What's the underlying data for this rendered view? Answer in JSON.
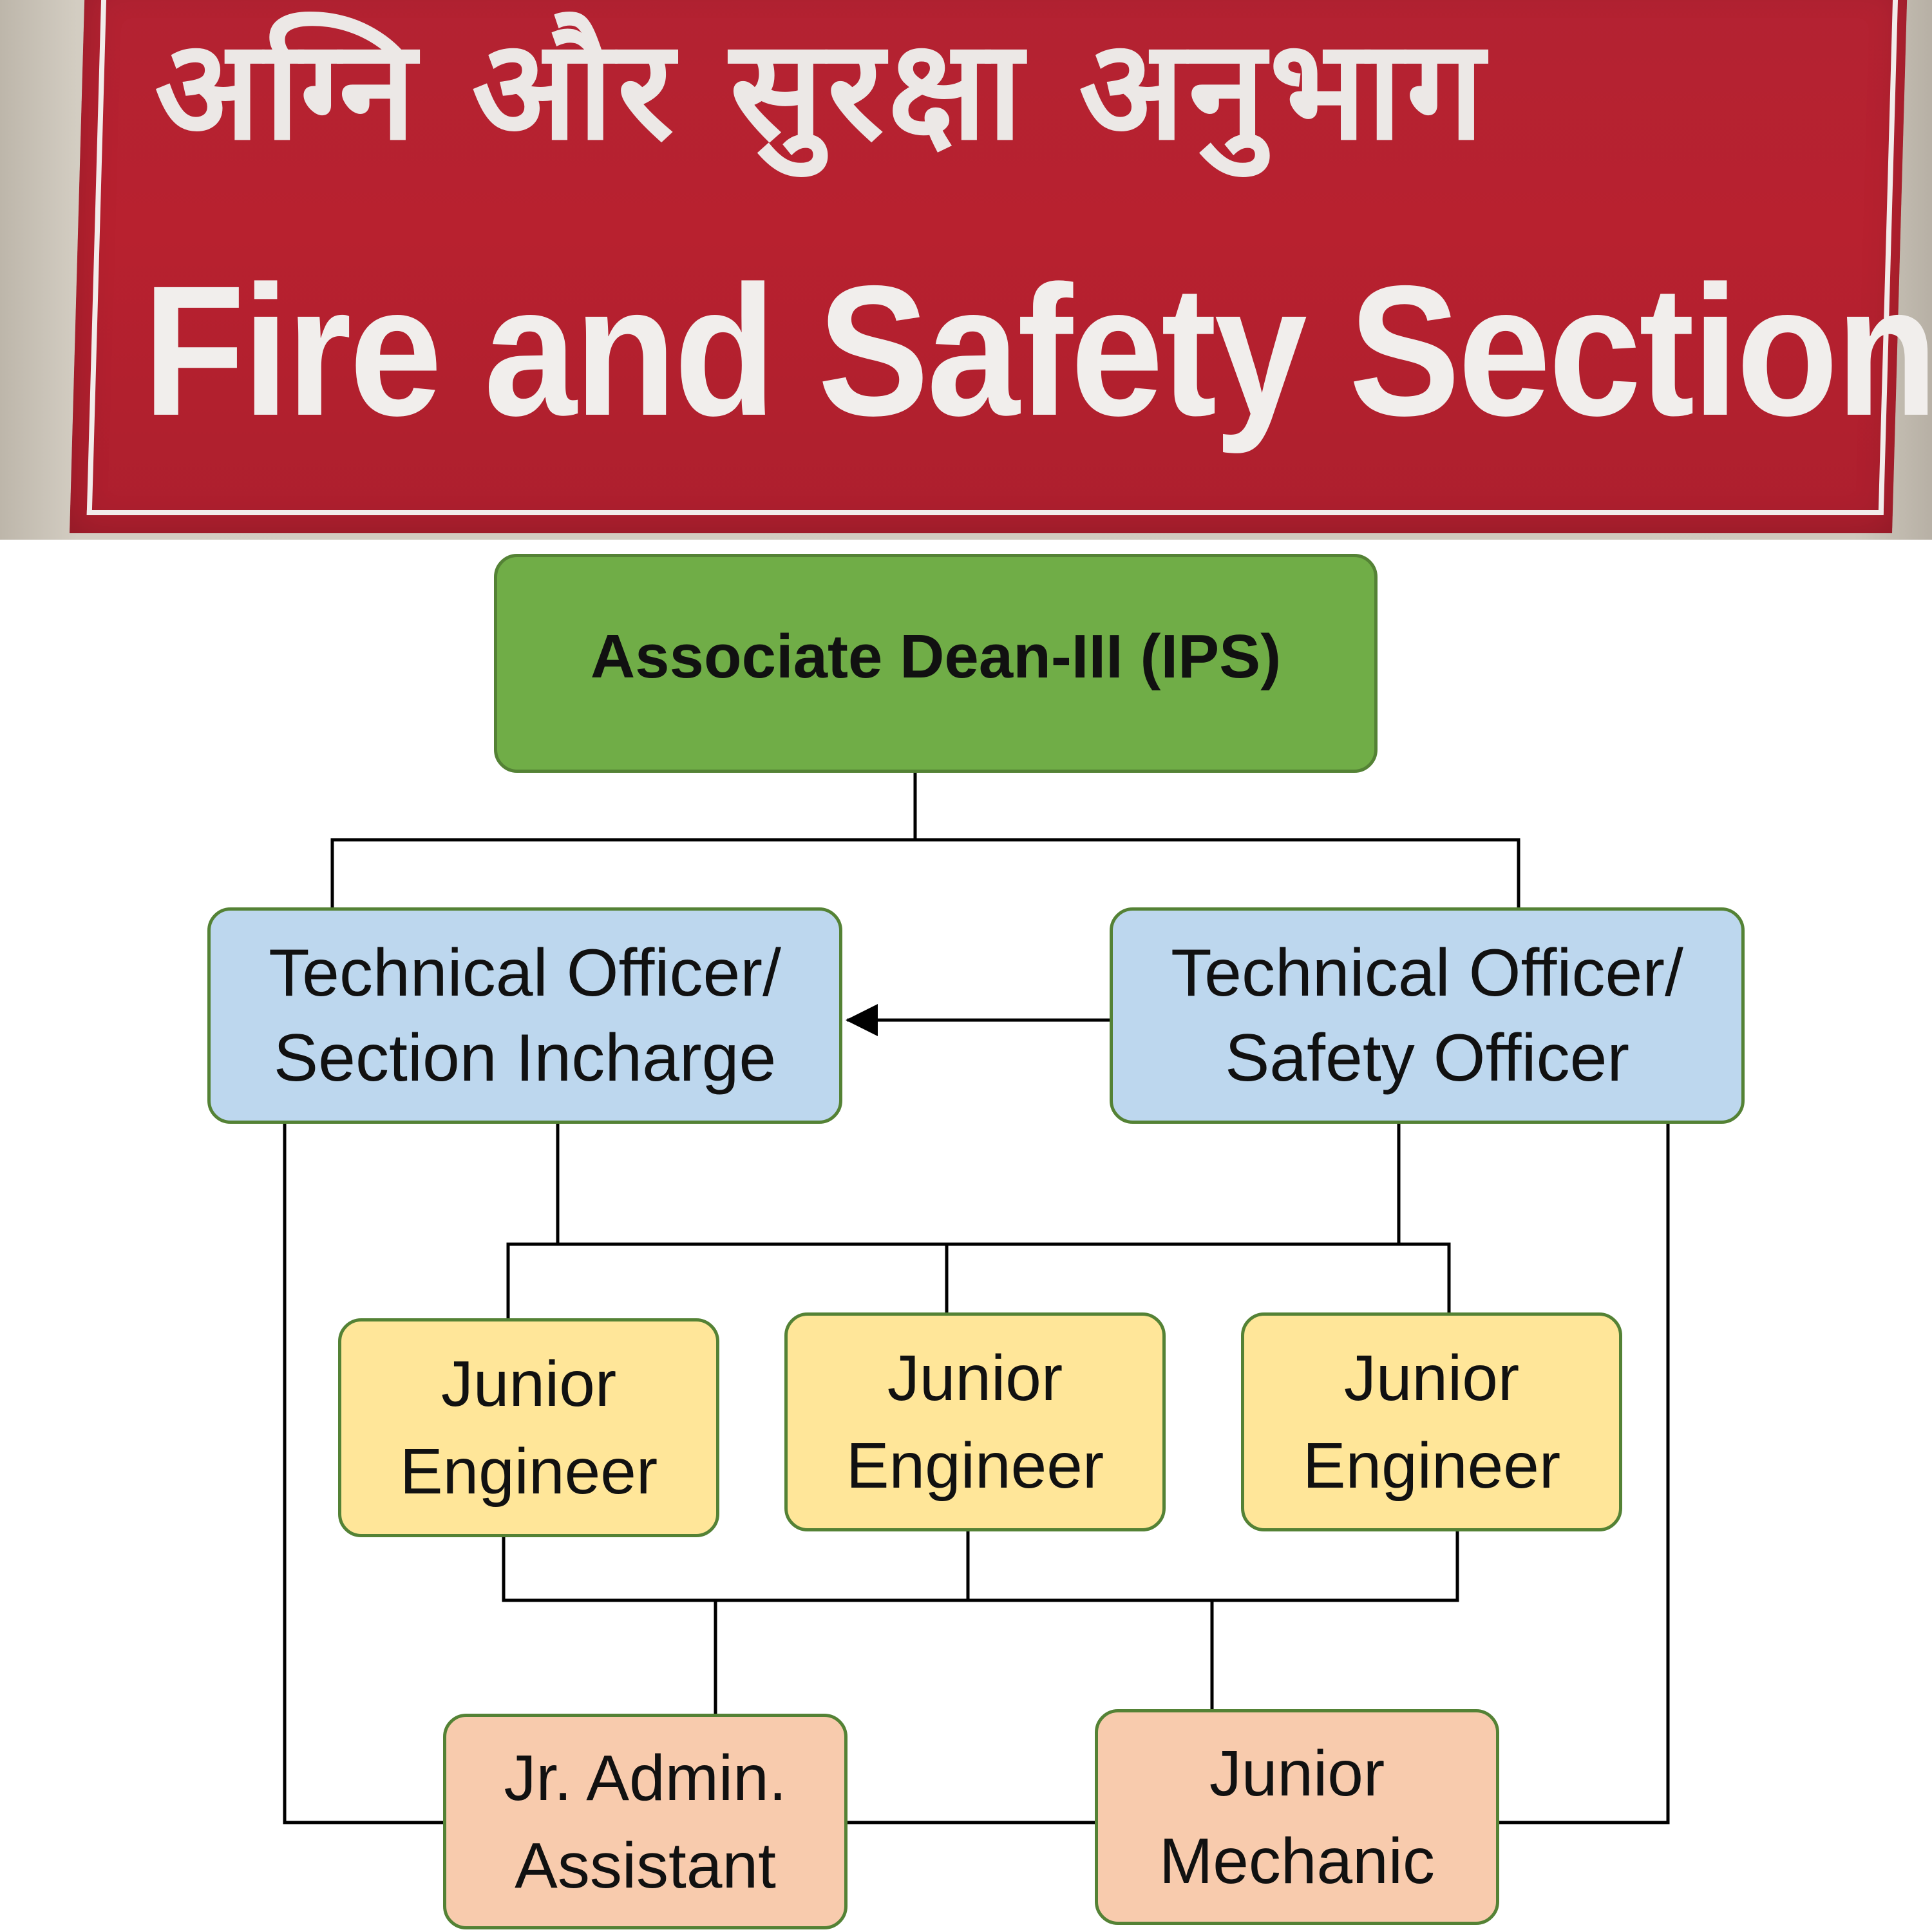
{
  "sign": {
    "hindi_text": "अग्नि और सुरक्षा अनुभाग",
    "english_text": "Fire and Safety Section",
    "board_color": "#b8212f",
    "text_color": "#f1eeec"
  },
  "org_chart": {
    "head": {
      "label": "Associate Dean-III (IPS)",
      "color": "#70ad47"
    },
    "officers": [
      {
        "line1": "Technical Officer/",
        "line2": "Section Incharge",
        "color": "#bdd7ee"
      },
      {
        "line1": "Technical Officer/",
        "line2": "Safety Officer",
        "color": "#bdd7ee"
      }
    ],
    "engineers": [
      {
        "line1": "Junior",
        "line2": "Engineer",
        "color": "#ffe699"
      },
      {
        "line1": "Junior",
        "line2": "Engineer",
        "color": "#ffe699"
      },
      {
        "line1": "Junior",
        "line2": "Engineer",
        "color": "#ffe699"
      }
    ],
    "staff": [
      {
        "line1": "Jr. Admin.",
        "line2": "Assistant",
        "color": "#f8cbad"
      },
      {
        "line1": "Junior",
        "line2": "Mechanic",
        "color": "#f8cbad"
      }
    ],
    "box_border_color": "#548235",
    "connector_color": "#000000",
    "arrow_direction": "Safety Officer to Section Incharge"
  }
}
